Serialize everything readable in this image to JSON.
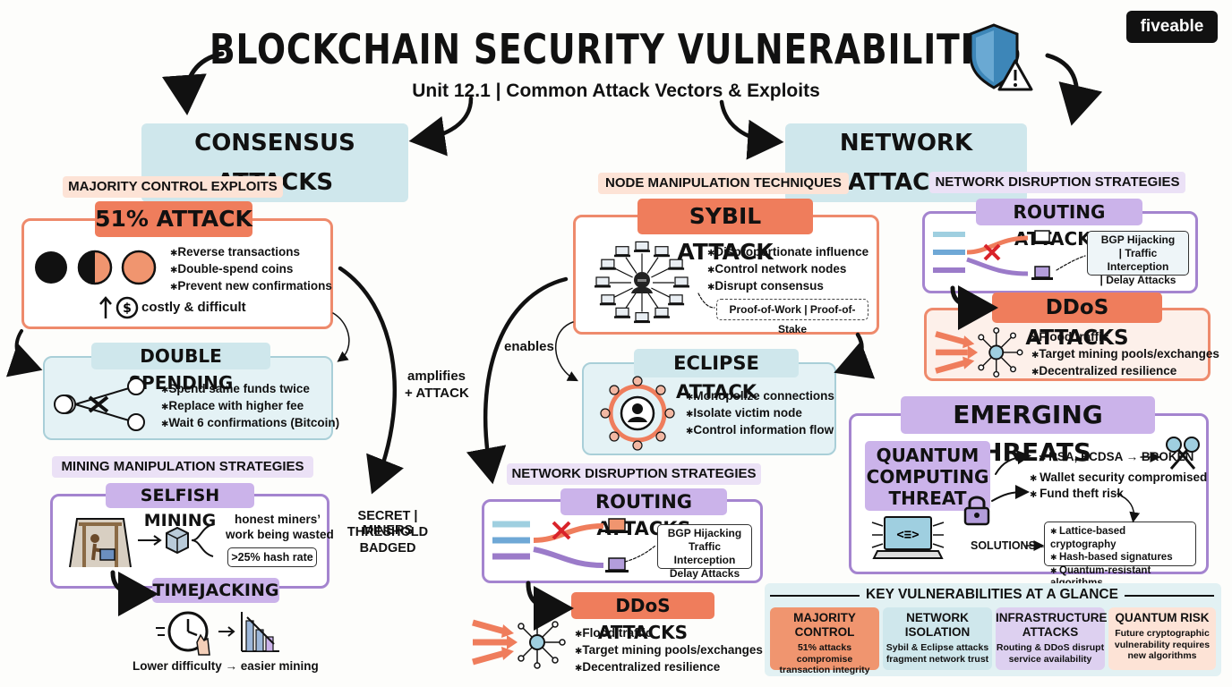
{
  "header": {
    "title": "BLOCKCHAIN SECURITY VULNERABILITIES",
    "subtitle": "Unit 12.1 | Common Attack Vectors & Exploits",
    "logo": "fiveable"
  },
  "consensus": {
    "heading": "CONSENSUS ATTACKS",
    "majority_chip": "MAJORITY CONTROL EXPLOITS",
    "attack51": {
      "label": "51% ATTACK",
      "bullets": [
        "Reverse transactions",
        "Double-spend coins",
        "Prevent new confirmations"
      ],
      "cost_note": "costly & difficult"
    },
    "double_spending": {
      "label": "DOUBLE SPENDING",
      "bullets": [
        "Spend same funds twice",
        "Replace with higher fee",
        "Wait 6 confirmations (Bitcoin)"
      ]
    },
    "mining_chip": "MINING MANIPULATION STRATEGIES",
    "selfish": {
      "label": "SELFISH MINING",
      "note1": "honest miners’",
      "note2": "work being wasted",
      "hash_tag": ">25% hash rate"
    },
    "timejacking": {
      "label": "TIMEJACKING",
      "caption": "Lower difficulty → easier mining"
    },
    "amplifies1": "amplifies",
    "amplifies2": "+ ATTACK",
    "secret1": "SECRET | MINERS",
    "secret2": "THRESHOLD",
    "secret3": "BADGED"
  },
  "network": {
    "heading": "NETWORK ATTACKS",
    "node_chip": "NODE MANIPULATION TECHNIQUES",
    "sybil": {
      "label": "SYBIL ATTACK",
      "bullets": [
        "Disproportionate influence",
        "Control network nodes",
        "Disrupt consensus"
      ],
      "tag": "Proof-of-Work | Proof-of-Stake"
    },
    "enables": "enables",
    "eclipse": {
      "label": "ECLIPSE ATTACK",
      "bullets": [
        "Monopolize connections",
        "Isolate victim node",
        "Control information flow"
      ]
    },
    "disrupt_chip": "NETWORK DISRUPTION STRATEGIES",
    "routing": {
      "label": "ROUTING ATTACKS",
      "tag1": "BGP Hijacking",
      "tag2": "Traffic Interception",
      "tag3": "Delay Attacks"
    },
    "ddos": {
      "label": "DDoS ATTACKS",
      "bullets": [
        "Flood traffic",
        "Target mining pools/exchanges",
        "Decentralized resilience"
      ]
    }
  },
  "right": {
    "disrupt_chip": "NETWORK DISRUPTION STRATEGIES",
    "routing": {
      "label": "ROUTING ATTACKS",
      "tag1": "BGP Hijacking",
      "tag2": "| Traffic Interception",
      "tag3": "| Delay Attacks"
    },
    "ddos": {
      "label": "DDoS ATTACKS",
      "bullets": [
        "Flood traffic",
        "Target mining pools/exchanges",
        "Decentralized resilience"
      ]
    }
  },
  "emerging": {
    "heading": "EMERGING THREATS",
    "quantum1": "QUANTUM",
    "quantum2": "COMPUTING",
    "quantum3": "THREAT",
    "bullets": [
      "RSA, ECDSA → BROKEN",
      "Wallet security compromised",
      "Fund theft risk"
    ],
    "solutions_label": "SOLUTIONS →",
    "solutions": [
      "Lattice-based cryptography",
      "Hash-based signatures",
      "Quantum-resistant algorithms"
    ]
  },
  "key": {
    "heading": "KEY VULNERABILITIES AT A GLANCE",
    "cards": [
      {
        "t1": "MAJORITY",
        "t2": "CONTROL",
        "d1": "51% attacks compromise",
        "d2": "transaction integrity",
        "color": "#f0956f"
      },
      {
        "t1": "NETWORK",
        "t2": "ISOLATION",
        "d1": "Sybil & Eclipse attacks",
        "d2": "fragment network trust",
        "color": "#cfe7ec"
      },
      {
        "t1": "INFRASTRUCTURE",
        "t2": "ATTACKS",
        "d1": "Routing & DDoS disrupt",
        "d2": "service availability",
        "color": "#ddd0f0"
      },
      {
        "t1": "QUANTUM RISK",
        "t2": "",
        "d1": "Future cryptographic",
        "d2": "vulnerability requires",
        "d3": "new algorithms",
        "color": "#fde3d6"
      }
    ]
  },
  "colors": {
    "orange": "#ef7d5c",
    "blue": "#cfe7ec",
    "purple": "#cbb3ea",
    "shield": "#3d86b8"
  }
}
